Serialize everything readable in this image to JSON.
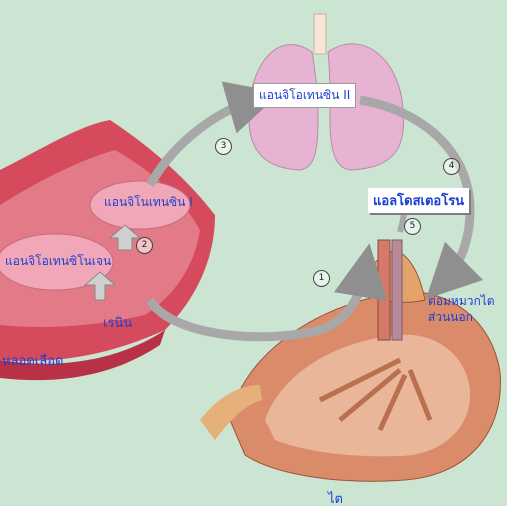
{
  "labels": {
    "angiotensin_ii": "แอนจิโอเทนซิน II",
    "aldosterone": "แอลโดสเตอโรน",
    "angiotensin_i": "แอนจิโนเทนซิน I",
    "angiotensinogen": "แอนจิโอเทนซิโนเจน",
    "renin": "เรนิน",
    "blood_vessel": "หลอดเลือด",
    "adrenal_cortex": "ต่อมหมวกไต\nส่วนนอก",
    "kidney": "ไต"
  },
  "steps": [
    "1",
    "2",
    "3",
    "4",
    "5"
  ],
  "colors": {
    "background": "#cbe5d2",
    "vessel": "#d64a5e",
    "lung": "#e6b4d2",
    "kidney": "#d98b6a",
    "arrow": "#a8a8a8",
    "label_text": "#1a3fd0"
  }
}
